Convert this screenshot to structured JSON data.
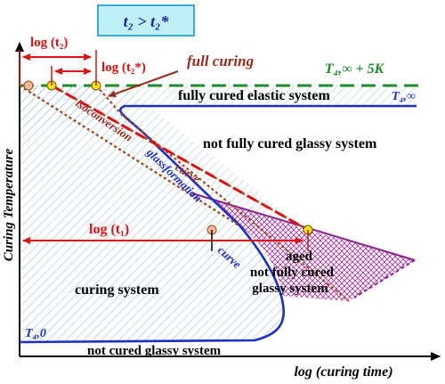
{
  "condition_box": {
    "text": "t₂ > t₂*"
  },
  "axes": {
    "x_label": "log (curing time)",
    "y_label": "Curing Temperature"
  },
  "labels": {
    "log_t2": "log (t₂)",
    "log_t2_star": "log (t₂*)",
    "log_t1": "log (t₁)",
    "full_curing": "full curing",
    "tg_inf_plus": "T₄,∞ + 5K",
    "tg_inf": "T₄,∞",
    "tg_0": "T₄,0",
    "fully_cured": "fully cured elastic system",
    "not_fully_cured_glassy": "not fully cured glassy system",
    "isoconversion": "isoconversion",
    "curve1": "curve",
    "glassformation": "glassformation",
    "curve2": "curve",
    "aged_1": "aged",
    "aged_2": "not fully cured",
    "aged_3": "glassy system",
    "curing_system": "curing system",
    "not_cured_glassy": "not cured glassy system"
  },
  "colors": {
    "blue_curve": "#1d2fc9",
    "red_arrow": "#e01010",
    "brown_dotted": "#a04a1a",
    "green_dash": "#1f8a2e",
    "purple_region": "#9a2aa0",
    "hatch_blue": "#aac6de",
    "hatch_green": "#b8dcc0",
    "box_fill": "#bff0f6",
    "box_border": "#3aa8d8"
  }
}
